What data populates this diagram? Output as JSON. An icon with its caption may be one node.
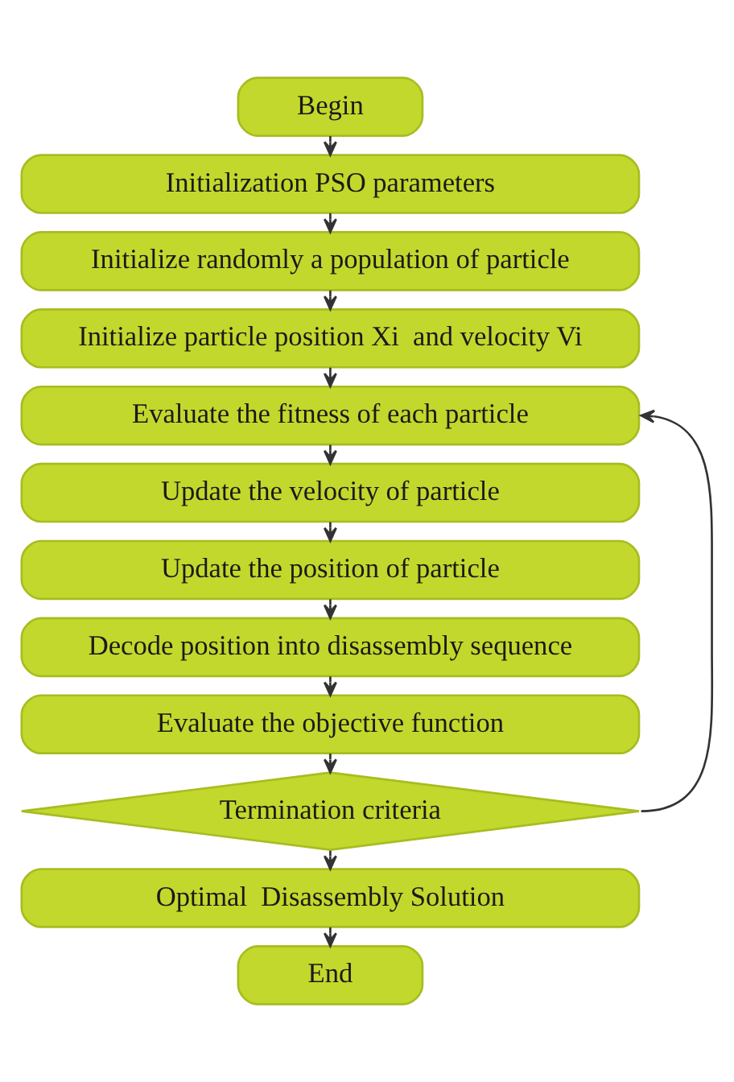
{
  "diagram": {
    "nodes": [
      {
        "text": [
          "Begin"
        ]
      },
      {
        "text": [
          "Initialization PSO parameters"
        ]
      },
      {
        "text": [
          "Initialize randomly a population of particle"
        ]
      },
      {
        "text": [
          "Initialize particle position Xi  and velocity Vi"
        ]
      },
      {
        "text": [
          "Evaluate the fitness of each particle"
        ]
      },
      {
        "text": [
          "Update the velocity of particle"
        ]
      },
      {
        "text": [
          "Update the position of particle"
        ]
      },
      {
        "text": [
          "Decode position into disassembly sequence"
        ]
      },
      {
        "text": [
          "Evaluate the objective function"
        ]
      },
      {
        "text": [
          "Termination criteria"
        ]
      },
      {
        "text": [
          "Optimal  Disassembly Solution"
        ]
      },
      {
        "text": [
          "End"
        ]
      }
    ],
    "edges": [
      {
        "from": 0,
        "to": 1,
        "arrow": "to"
      },
      {
        "from": 1,
        "to": 2,
        "arrow": "to"
      },
      {
        "from": 2,
        "to": 3,
        "arrow": "to"
      },
      {
        "from": 3,
        "to": 4,
        "arrow": "to"
      },
      {
        "from": 4,
        "to": 5,
        "arrow": "to"
      },
      {
        "from": 5,
        "to": 6,
        "arrow": "to"
      },
      {
        "from": 6,
        "to": 7,
        "arrow": "to"
      },
      {
        "from": 7,
        "to": 8,
        "arrow": "to"
      },
      {
        "from": 8,
        "to": 9,
        "arrow": "to"
      },
      {
        "from": 9,
        "to": 10,
        "arrow": "to"
      },
      {
        "from": 10,
        "to": 11,
        "arrow": "to"
      },
      {
        "from": 9,
        "to": 4,
        "arrow": "to"
      }
    ]
  }
}
